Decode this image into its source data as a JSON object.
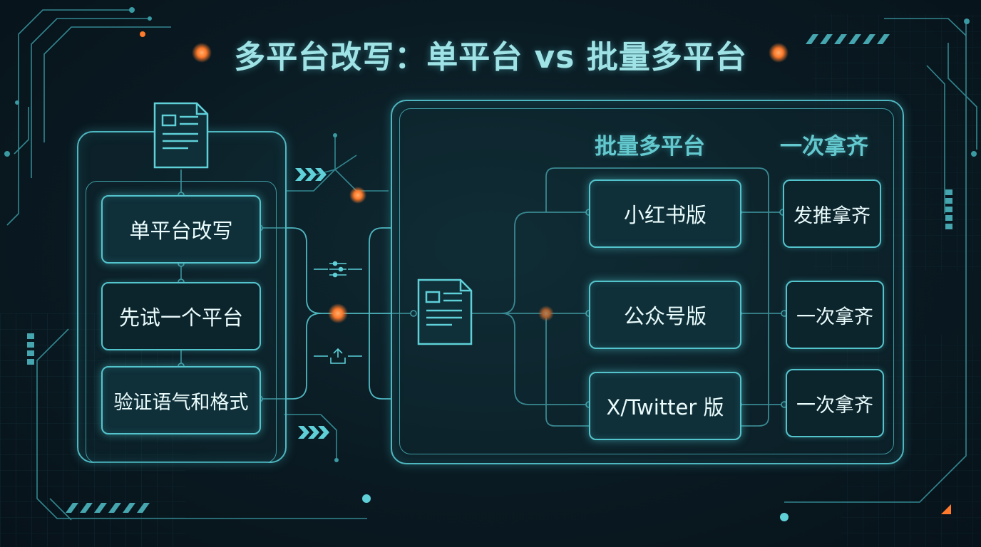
{
  "title": "多平台改写：单平台 vs 批量多平台",
  "left": {
    "steps": [
      "单平台改写",
      "先试一个平台",
      "验证语气和格式"
    ]
  },
  "right": {
    "heading": "批量多平台",
    "heading_right": "一次拿齐",
    "versions": [
      "小红书版",
      "公众号版",
      "X/Twitter 版"
    ],
    "results": [
      "发推拿齐",
      "一次拿齐",
      "一次拿齐"
    ]
  },
  "icons": [
    "document-icon",
    "document-icon",
    "chevron-arrows-icon",
    "filter-sliders-icon",
    "upload-icon"
  ],
  "colors": {
    "line": "#4fb7c0",
    "accent_orange": "#ff7a2a",
    "text": "#eafcfc"
  }
}
